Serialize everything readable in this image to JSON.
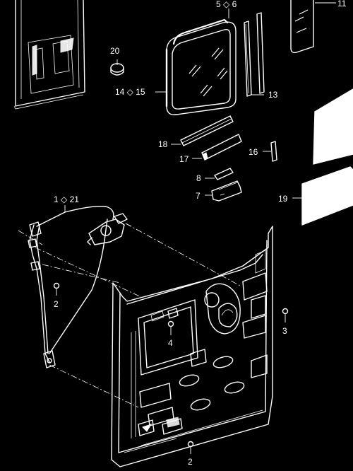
{
  "callouts": {
    "c1_21": "1 ◇ 21",
    "c2a": "2",
    "c2b": "2",
    "c3": "3",
    "c4": "4",
    "c5_6": "5 ◇ 6",
    "c7": "7",
    "c8": "8",
    "c11": "11",
    "c13": "13",
    "c14_15": "14 ◇ 15",
    "c16": "16",
    "c17": "17",
    "c18": "18",
    "c19": "19",
    "c20": "20"
  },
  "colors": {
    "background": "#000000",
    "line": "#ffffff"
  }
}
